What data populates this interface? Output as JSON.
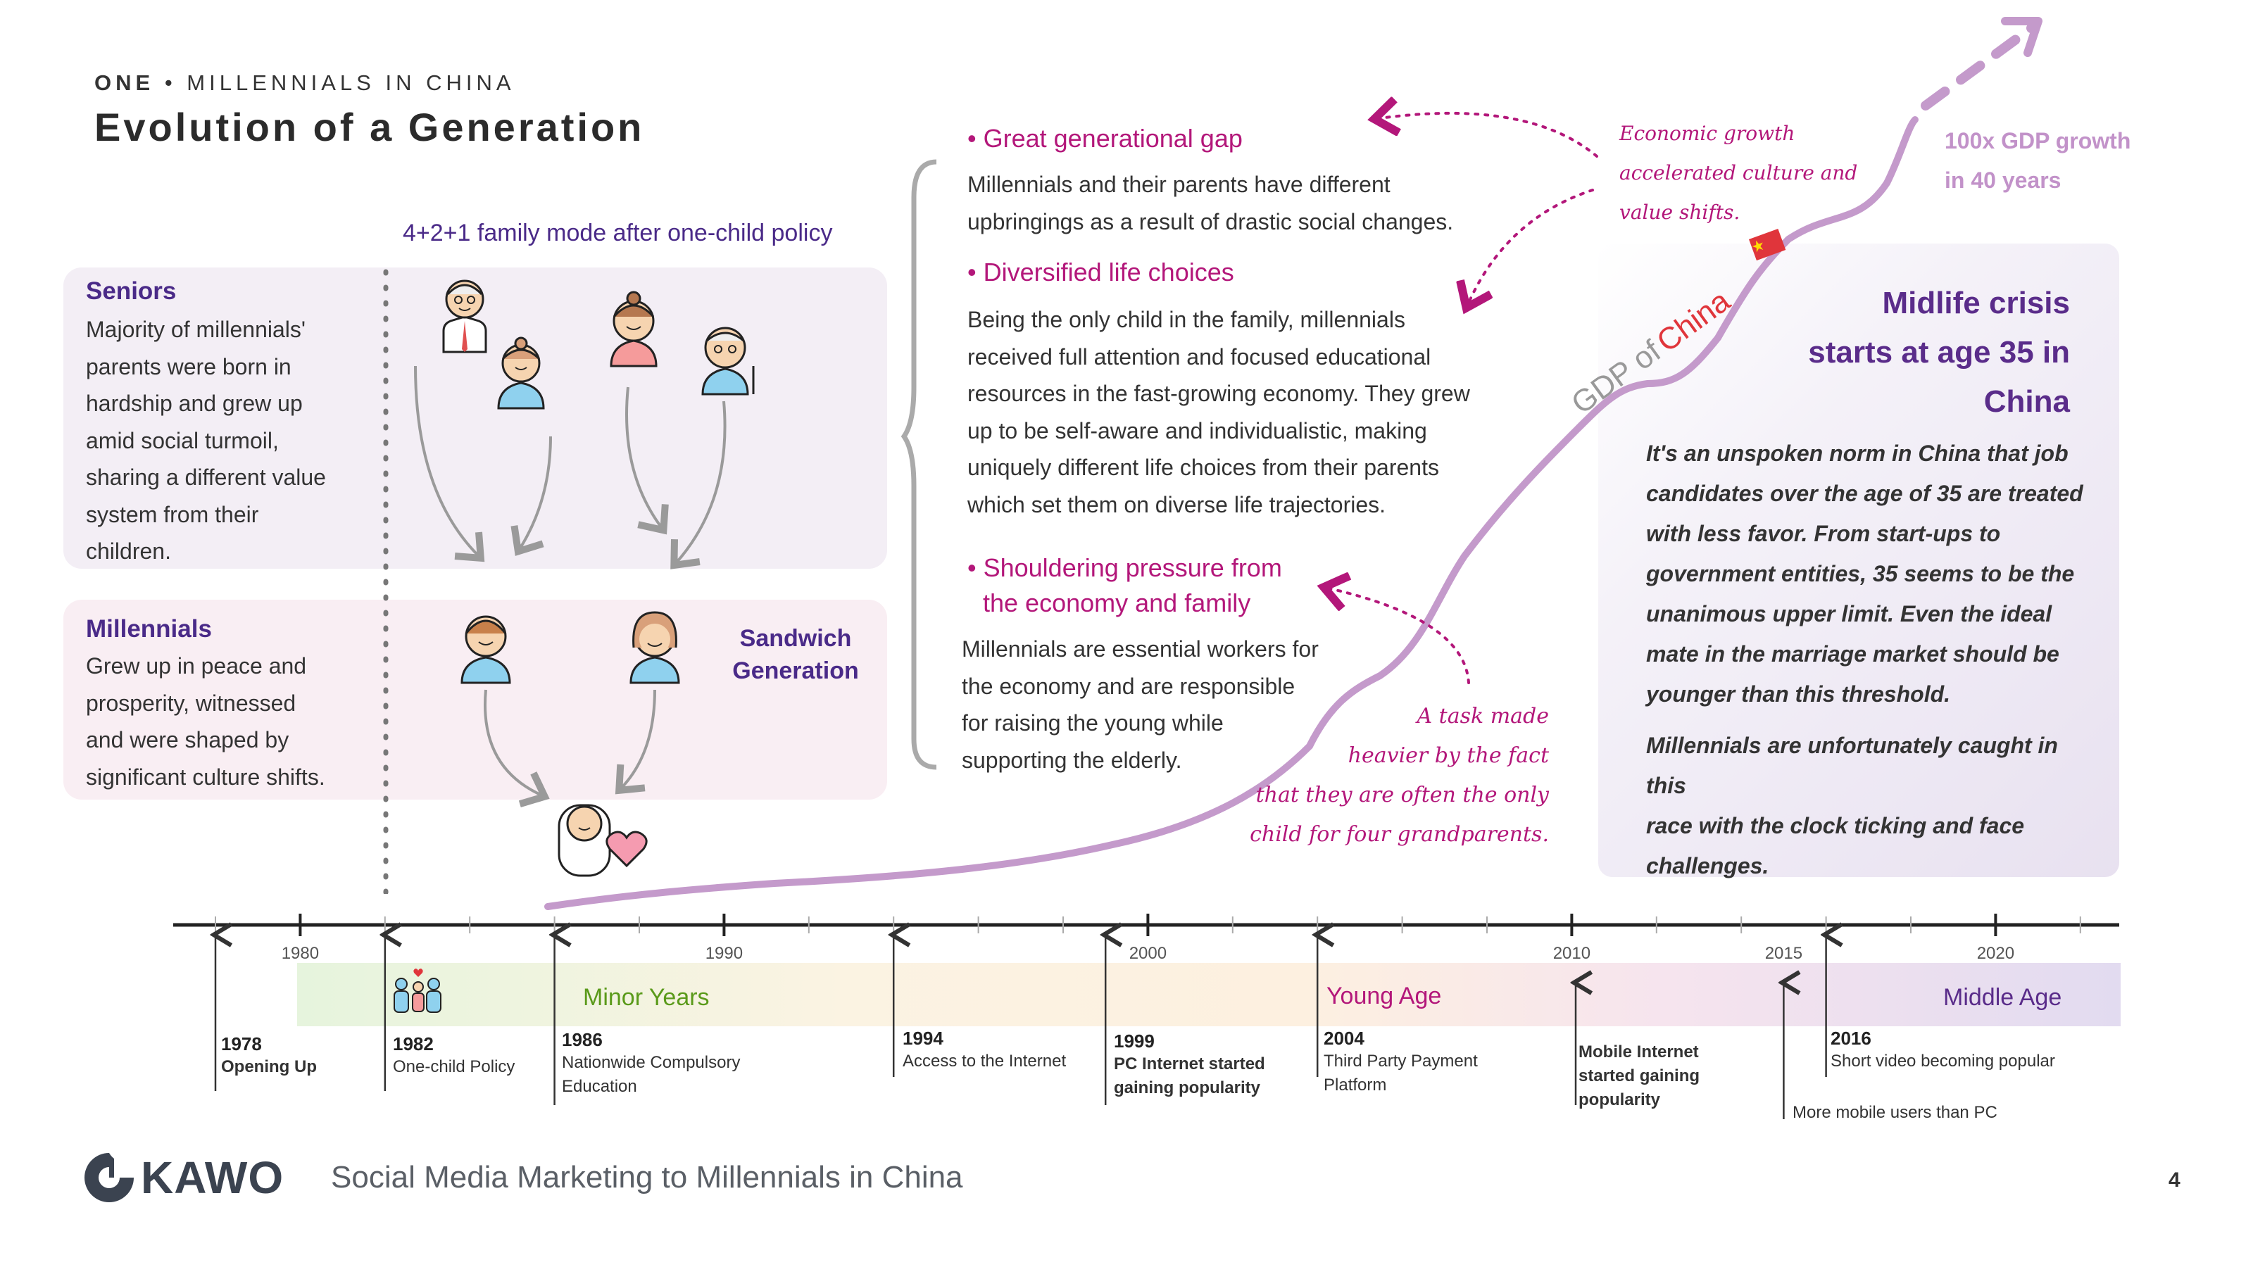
{
  "header": {
    "eyebrow_strong": "ONE",
    "eyebrow_rest": "• MILLENNIALS IN CHINA",
    "title": "Evolution of a Generation"
  },
  "family": {
    "policy_label": "4+2+1 family mode after one-child policy",
    "seniors_title": "Seniors",
    "seniors_text": [
      "Majority of millennials'",
      "parents were born in",
      "hardship and grew up",
      "amid social turmoil,",
      "sharing a different value",
      "system from their",
      "children."
    ],
    "millennials_title": "Millennials",
    "millennials_text": [
      "Grew up in peace and",
      "prosperity, witnessed",
      "and were shaped by",
      "significant culture shifts."
    ],
    "sandwich_label": [
      "Sandwich",
      "Generation"
    ]
  },
  "sections": [
    {
      "title": "• Great generational gap",
      "text": [
        "Millennials and their parents have different",
        "upbringings as a result of drastic social changes."
      ]
    },
    {
      "title": "• Diversified life choices",
      "text": [
        "Being the only child in the family, millennials",
        "received full attention and focused educational",
        "resources in the fast-growing economy. They grew",
        "up to be self-aware and individualistic, making",
        "uniquely different life choices from their parents",
        "which set them on diverse life trajectories."
      ]
    },
    {
      "title": [
        "• Shouldering pressure from",
        "the economy and family"
      ],
      "text": [
        "Millennials are essential workers for",
        "the economy and are responsible",
        "for raising the young while",
        "supporting the elderly."
      ]
    }
  ],
  "annotations": {
    "economic": [
      "Economic growth",
      "accelerated culture and",
      "value shifts."
    ],
    "task": [
      "A task made",
      "heavier by the fact",
      "that they are often the only",
      "child for four grandparents."
    ],
    "gdp_growth": [
      "100x GDP growth",
      "in 40 years"
    ],
    "gdp_curve_label_1": "GDP of ",
    "gdp_curve_label_2": "China"
  },
  "crisis": {
    "title": [
      "Midlife crisis",
      "starts at age 35 in",
      "China"
    ],
    "paragraph1": [
      "It's an unspoken norm in China that job",
      "candidates over the age of 35 are treated",
      "with less favor. From start-ups to",
      "government entities, 35 seems to be the",
      "unanimous upper limit. Even the ideal",
      "mate in the marriage market should be",
      "younger than this threshold."
    ],
    "paragraph2": [
      "Millennials are unfortunately caught in this",
      "race with the clock ticking and face",
      "challenges."
    ]
  },
  "timeline": {
    "ticks": [
      "1980",
      "1990",
      "2000",
      "2010",
      "2015",
      "2020"
    ],
    "phases": [
      "Minor Years",
      "Young Age",
      "Middle Age"
    ],
    "phase_colors": {
      "minor": "#5a9a1a",
      "young": "#b3177a",
      "middle": "#5a2c8a"
    },
    "events": [
      {
        "year": "1978",
        "text": [
          "Opening Up"
        ],
        "bold": true
      },
      {
        "year": "1982",
        "text": [
          "One-child Policy"
        ],
        "bold": false
      },
      {
        "year": "1986",
        "text": [
          "Nationwide Compulsory",
          "Education"
        ],
        "bold": false
      },
      {
        "year": "1994",
        "text": [
          "Access to the Internet"
        ],
        "bold": false
      },
      {
        "year": "1999",
        "text": [
          "PC Internet started",
          "gaining popularity"
        ],
        "bold": true
      },
      {
        "year": "2004",
        "text": [
          "Third Party Payment",
          "Platform"
        ],
        "bold": false
      },
      {
        "year": "",
        "text": [
          "Mobile Internet",
          "started gaining",
          "popularity"
        ],
        "bold": true
      },
      {
        "year": "",
        "text": [
          "More mobile users than PC"
        ],
        "bold": false
      },
      {
        "year": "2016",
        "text": [
          "Short video becoming popular"
        ],
        "bold": false
      }
    ]
  },
  "footer": {
    "logo": "KAWO",
    "subtitle": "Social Media Marketing to Millennials in China",
    "page": "4"
  },
  "colors": {
    "accent": "#b3177a",
    "purple": "#4a2a88",
    "curve": "#c49acb"
  }
}
